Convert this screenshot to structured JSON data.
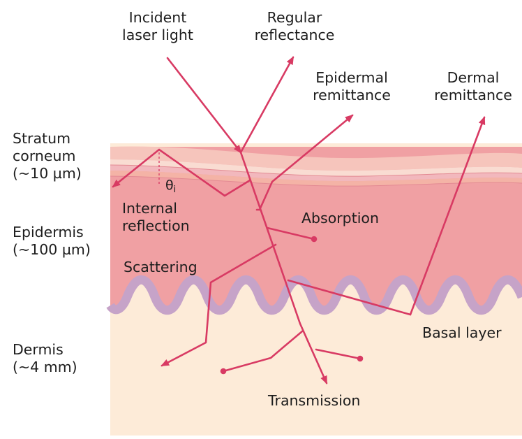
{
  "labels": {
    "incident": "Incident\nlaser light",
    "regular": "Regular\nreflectance",
    "epidermal_remittance": "Epidermal\nremittance",
    "dermal_remittance": "Dermal\nremittance",
    "stratum": "Stratum\ncorneum\n(~10 µm)",
    "theta": "θ",
    "theta_sub": "i",
    "internal": "Internal\nreflection",
    "epidermis": "Epidermis\n(~100 µm)",
    "absorption": "Absorption",
    "scattering": "Scattering",
    "basal": "Basal layer",
    "dermis": "Dermis\n(~4 mm)",
    "transmission": "Transmission"
  },
  "colors": {
    "ray": "#d83a63",
    "dermis": "#fdebd8",
    "epidermis": "#f0a0a3",
    "basal_layer": "#c6a3c8",
    "stratum_band_1": "#f6c5bc",
    "stratum_band_2": "#f9dcd2",
    "stratum_band_3": "#f2b8bd",
    "stratum_band_4": "#f4b3a6"
  }
}
